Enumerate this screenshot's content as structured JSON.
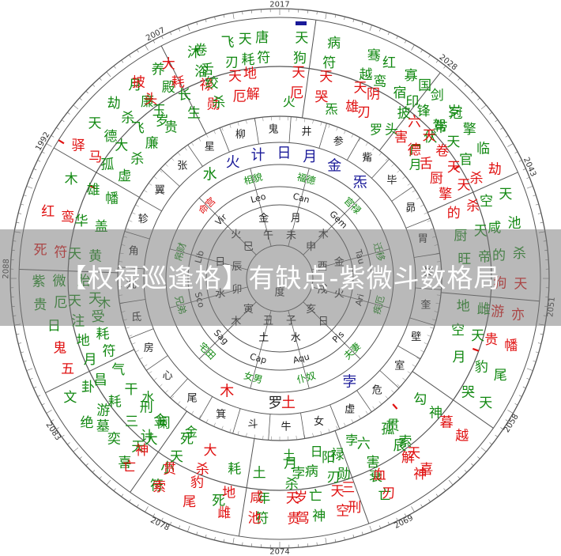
{
  "banner_title": "【权禄巡逢格】有缺点-紫微斗数格局",
  "colors": {
    "red": "#e01010",
    "green": "#118811",
    "blue": "#1a1a99",
    "dark": "#222222",
    "gray": "#444444"
  },
  "years_ring": [
    "2017",
    "2028",
    "2043",
    "2051",
    "2058",
    "2069",
    "2074",
    "2078",
    "2083",
    "2088",
    "1992",
    "2007"
  ],
  "palace_stars": [
    {
      "id": "top-center-left",
      "stars": [
        {
          "t": "沐浴",
          "c": "green"
        },
        {
          "t": "飞刃",
          "c": "green"
        },
        {
          "t": "唐符",
          "c": "green"
        },
        {
          "t": "禄勋",
          "c": "red"
        },
        {
          "t": "天厄",
          "c": "red"
        }
      ]
    },
    {
      "id": "top-center-right",
      "stars": [
        {
          "t": "病符",
          "c": "green"
        },
        {
          "t": "骞越",
          "c": "green"
        },
        {
          "t": "寡宿",
          "c": "green"
        },
        {
          "t": "天哭",
          "c": "red"
        },
        {
          "t": "天雄",
          "c": "red"
        }
      ]
    },
    {
      "id": "top-right",
      "stars": [
        {
          "t": "红鸾",
          "c": "green"
        },
        {
          "t": "国印",
          "c": "green"
        },
        {
          "t": "冠带",
          "c": "green"
        },
        {
          "t": "阴刃",
          "c": "red"
        },
        {
          "t": "披头",
          "c": "green"
        },
        {
          "t": "伏尸",
          "c": "green"
        }
      ]
    },
    {
      "id": "upper-right",
      "stars": [
        {
          "t": "剑锋",
          "c": "green"
        },
        {
          "t": "岁驾",
          "c": "green"
        },
        {
          "t": "擎天",
          "c": "green"
        },
        {
          "t": "临官",
          "c": "green"
        },
        {
          "t": "劫杀",
          "c": "red"
        },
        {
          "t": "六害",
          "c": "red"
        },
        {
          "t": "天德",
          "c": "red"
        },
        {
          "t": "卷舌",
          "c": "red"
        },
        {
          "t": "天厨",
          "c": "red"
        },
        {
          "t": "天擎",
          "c": "red"
        }
      ]
    },
    {
      "id": "right-upper",
      "stars": [
        {
          "t": "天空",
          "c": "green"
        },
        {
          "t": "池咸",
          "c": "green"
        },
        {
          "t": "杀的",
          "c": "green"
        },
        {
          "t": "天狗",
          "c": "red"
        },
        {
          "t": "杀的",
          "c": "red"
        },
        {
          "t": "天厨",
          "c": "green"
        },
        {
          "t": "帝旺",
          "c": "green"
        }
      ]
    },
    {
      "id": "right-middle",
      "stars": [
        {
          "t": "亦游",
          "c": "red"
        },
        {
          "t": "幡贵",
          "c": "red"
        },
        {
          "t": "尾豹",
          "c": "green"
        },
        {
          "t": "天哭",
          "c": "green"
        },
        {
          "t": "雌地",
          "c": "green"
        },
        {
          "t": "天空",
          "c": "green"
        },
        {
          "t": "月",
          "c": "green"
        }
      ]
    },
    {
      "id": "right-lower",
      "stars": [
        {
          "t": "越暮",
          "c": "red"
        },
        {
          "t": "喜天",
          "c": "red"
        },
        {
          "t": "亡衰",
          "c": "green"
        },
        {
          "t": "神勾",
          "c": "green"
        },
        {
          "t": "索贯",
          "c": "green"
        }
      ]
    },
    {
      "id": "lower-right",
      "stars": [
        {
          "t": "神解",
          "c": "red"
        },
        {
          "t": "刃血",
          "c": "red"
        },
        {
          "t": "刑三",
          "c": "red"
        },
        {
          "t": "神亡",
          "c": "green"
        },
        {
          "t": "辰孤",
          "c": "green"
        },
        {
          "t": "害六",
          "c": "green"
        },
        {
          "t": "勋禄",
          "c": "green"
        },
        {
          "t": "病",
          "c": "green"
        }
      ]
    },
    {
      "id": "bottom-right",
      "stars": [
        {
          "t": "空天",
          "c": "red"
        },
        {
          "t": "驾岁",
          "c": "red"
        },
        {
          "t": "符年",
          "c": "green"
        },
        {
          "t": "刃阳",
          "c": "green"
        },
        {
          "t": "孛",
          "c": "green"
        }
      ]
    },
    {
      "id": "bottom-center-right",
      "stars": [
        {
          "t": "贵天",
          "c": "red"
        },
        {
          "t": "池咸",
          "c": "red"
        },
        {
          "t": "死",
          "c": "green"
        },
        {
          "t": "杀月",
          "c": "green"
        },
        {
          "t": "土",
          "c": "green"
        }
      ]
    },
    {
      "id": "bottom-center-left",
      "stars": [
        {
          "t": "雌地",
          "c": "red"
        },
        {
          "t": "尾豹",
          "c": "red"
        },
        {
          "t": "符小",
          "c": "green"
        },
        {
          "t": "耗",
          "c": "green"
        },
        {
          "t": "杀大",
          "c": "red"
        }
      ]
    },
    {
      "id": "bottom-left",
      "stars": [
        {
          "t": "索贯",
          "c": "red"
        },
        {
          "t": "喜天",
          "c": "green"
        },
        {
          "t": "墓",
          "c": "green"
        },
        {
          "t": "天死",
          "c": "green"
        },
        {
          "t": "计金",
          "c": "green"
        }
      ]
    },
    {
      "id": "lower-left",
      "stars": [
        {
          "t": "亡神",
          "c": "red"
        },
        {
          "t": "奕",
          "c": "green"
        },
        {
          "t": "绝游",
          "c": "green"
        },
        {
          "t": "文卦",
          "c": "green"
        },
        {
          "t": "大阑",
          "c": "green"
        },
        {
          "t": "三刑",
          "c": "green"
        },
        {
          "t": "耗干",
          "c": "green"
        },
        {
          "t": "昌气",
          "c": "green"
        }
      ]
    },
    {
      "id": "left-lower",
      "stars": [
        {
          "t": "五",
          "c": "red"
        },
        {
          "t": "鬼",
          "c": "red"
        },
        {
          "t": "日",
          "c": "green"
        },
        {
          "t": "贵厄",
          "c": "green"
        },
        {
          "t": "紫微",
          "c": "green"
        },
        {
          "t": "月符",
          "c": "green"
        },
        {
          "t": "地耗",
          "c": "green"
        },
        {
          "t": "注受",
          "c": "green"
        },
        {
          "t": "天天",
          "c": "green"
        },
        {
          "t": "胎",
          "c": "green"
        }
      ]
    },
    {
      "id": "left-middle",
      "stars": [
        {
          "t": "死符",
          "c": "red"
        },
        {
          "t": "红鸾",
          "c": "red"
        },
        {
          "t": "木",
          "c": "green"
        },
        {
          "t": "天黄",
          "c": "green"
        },
        {
          "t": "华盖",
          "c": "green"
        },
        {
          "t": "雄幡",
          "c": "green"
        }
      ]
    },
    {
      "id": "left-upper",
      "stars": [
        {
          "t": "驿马",
          "c": "red"
        },
        {
          "t": "天德",
          "c": "green"
        },
        {
          "t": "劫杀",
          "c": "green"
        },
        {
          "t": "月廉",
          "c": "green"
        },
        {
          "t": "养殿",
          "c": "green"
        },
        {
          "t": "孤虚",
          "c": "green"
        },
        {
          "t": "大杀",
          "c": "green"
        },
        {
          "t": "飞廉",
          "c": "green"
        },
        {
          "t": "岁",
          "c": "green"
        }
      ]
    },
    {
      "id": "upper-left",
      "stars": [
        {
          "t": "披头",
          "c": "red"
        },
        {
          "t": "大耗",
          "c": "red"
        },
        {
          "t": "卷舌",
          "c": "green"
        },
        {
          "t": "玉贵",
          "c": "green"
        },
        {
          "t": "长生",
          "c": "green"
        },
        {
          "t": "绞杀",
          "c": "green"
        }
      ]
    },
    {
      "id": "top-left",
      "stars": [
        {
          "t": "天耗",
          "c": "green"
        },
        {
          "t": "天狗",
          "c": "green"
        },
        {
          "t": "地解",
          "c": "red"
        },
        {
          "t": "天厄",
          "c": "red"
        }
      ]
    }
  ],
  "planets_ring": [
    {
      "t": "火",
      "c": "green"
    },
    {
      "t": "炁",
      "c": "green"
    },
    {
      "t": "罗",
      "c": "green"
    },
    {
      "t": "月",
      "c": "green"
    },
    {
      "t": "日",
      "c": "green"
    },
    {
      "t": "木",
      "c": "green"
    },
    {
      "t": "水",
      "c": "green"
    },
    {
      "t": "土",
      "c": "green"
    },
    {
      "t": "孛",
      "c": "green"
    },
    {
      "t": "金",
      "c": "green"
    }
  ],
  "lunar_mansions": [
    "井",
    "参",
    "觜",
    "毕",
    "昴",
    "胃",
    "娄",
    "奎",
    "壁",
    "室",
    "危",
    "虚",
    "女",
    "牛",
    "斗",
    "箕",
    "尾",
    "心",
    "房",
    "氐",
    "亢",
    "角",
    "轸",
    "翼",
    "张",
    "星",
    "柳",
    "鬼"
  ],
  "inner_planets": [
    {
      "t": "火",
      "c": "blue"
    },
    {
      "t": "计",
      "c": "blue"
    },
    {
      "t": "日",
      "c": "blue"
    },
    {
      "t": "月",
      "c": "blue"
    },
    {
      "t": "金",
      "c": "blue"
    },
    {
      "t": "炁",
      "c": "blue"
    },
    {
      "t": "水",
      "c": "green"
    },
    {
      "t": "罗",
      "c": "dark"
    },
    {
      "t": "土",
      "c": "red"
    },
    {
      "t": "木",
      "c": "red"
    },
    {
      "t": "孛",
      "c": "blue"
    }
  ],
  "palaces": [
    {
      "t": "福德",
      "c": "green"
    },
    {
      "t": "官禄",
      "c": "green"
    },
    {
      "t": "迁移",
      "c": "green"
    },
    {
      "t": "疾厄",
      "c": "green"
    },
    {
      "t": "夫妻",
      "c": "green"
    },
    {
      "t": "仆奴",
      "c": "green"
    },
    {
      "t": "女男",
      "c": "green"
    },
    {
      "t": "宅田",
      "c": "green"
    },
    {
      "t": "兄弟",
      "c": "green"
    },
    {
      "t": "帛财",
      "c": "green"
    },
    {
      "t": "命宫",
      "c": "red"
    },
    {
      "t": "相貌",
      "c": "green"
    }
  ],
  "zodiac": [
    "Can",
    "Gem",
    "Tau",
    "Ari",
    "Pis",
    "Aqu",
    "Cap",
    "Sag",
    "Sco",
    "Lib",
    "Vir",
    "Leo"
  ],
  "center_branches": [
    "未",
    "申",
    "酉",
    "戌",
    "亥",
    "子",
    "丑",
    "寅",
    "卯",
    "辰",
    "巳",
    "午"
  ],
  "center_planets": [
    "月",
    "木",
    "金",
    "火",
    "日",
    "水",
    "土",
    "木",
    "水",
    "日",
    "火",
    "金"
  ],
  "center_mid": "度"
}
